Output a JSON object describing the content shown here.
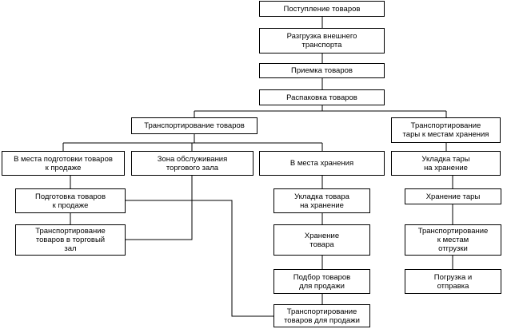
{
  "diagram": {
    "nodes": {
      "receipt": "Поступление товаров",
      "unload": "Разгрузка внешнего\nтранспорта",
      "accept": "Приемка товаров",
      "unpack": "Распаковка товаров",
      "transport": "Транспортирование товаров",
      "tare": "Транспортирование\nтары к местам хранения",
      "prep_places": "В места подготовки товаров\nк продаже",
      "zone": "Зона обслуживания\nторгового зала",
      "storage_places": "В места хранения",
      "tare_stack": "Укладка тары\nна хранение",
      "prep": "Подготовка товаров\nк продаже",
      "trans_hall": "Транспортирование\nтоваров в торговый\nзал",
      "stack": "Укладка товара\nна хранение",
      "keep": "Хранение\nтовара",
      "select": "Подбор товаров\nдля продажи",
      "trans_sale": "Транспортирование\nтоваров для продажи",
      "tare_keep": "Хранение тары",
      "tare_ship": "Транспортирование\nк местам\nотгрузки",
      "load": "Погрузка и\nотправка"
    },
    "edges": [
      [
        "receipt",
        "unload"
      ],
      [
        "unload",
        "accept"
      ],
      [
        "accept",
        "unpack"
      ],
      [
        "unpack",
        "transport"
      ],
      [
        "unpack",
        "tare"
      ],
      [
        "transport",
        "prep_places"
      ],
      [
        "transport",
        "zone"
      ],
      [
        "transport",
        "storage_places"
      ],
      [
        "tare",
        "tare_stack"
      ],
      [
        "prep_places",
        "prep"
      ],
      [
        "prep",
        "trans_hall"
      ],
      [
        "zone",
        "trans_hall"
      ],
      [
        "prep",
        "trans_sale"
      ],
      [
        "storage_places",
        "stack"
      ],
      [
        "stack",
        "keep"
      ],
      [
        "keep",
        "select"
      ],
      [
        "select",
        "trans_sale"
      ],
      [
        "tare_stack",
        "tare_keep"
      ],
      [
        "tare_keep",
        "tare_ship"
      ],
      [
        "tare_ship",
        "load"
      ]
    ],
    "colors": {
      "line": "#000000",
      "box_border": "#000000",
      "box_fill": "#ffffff",
      "text": "#000000"
    }
  }
}
